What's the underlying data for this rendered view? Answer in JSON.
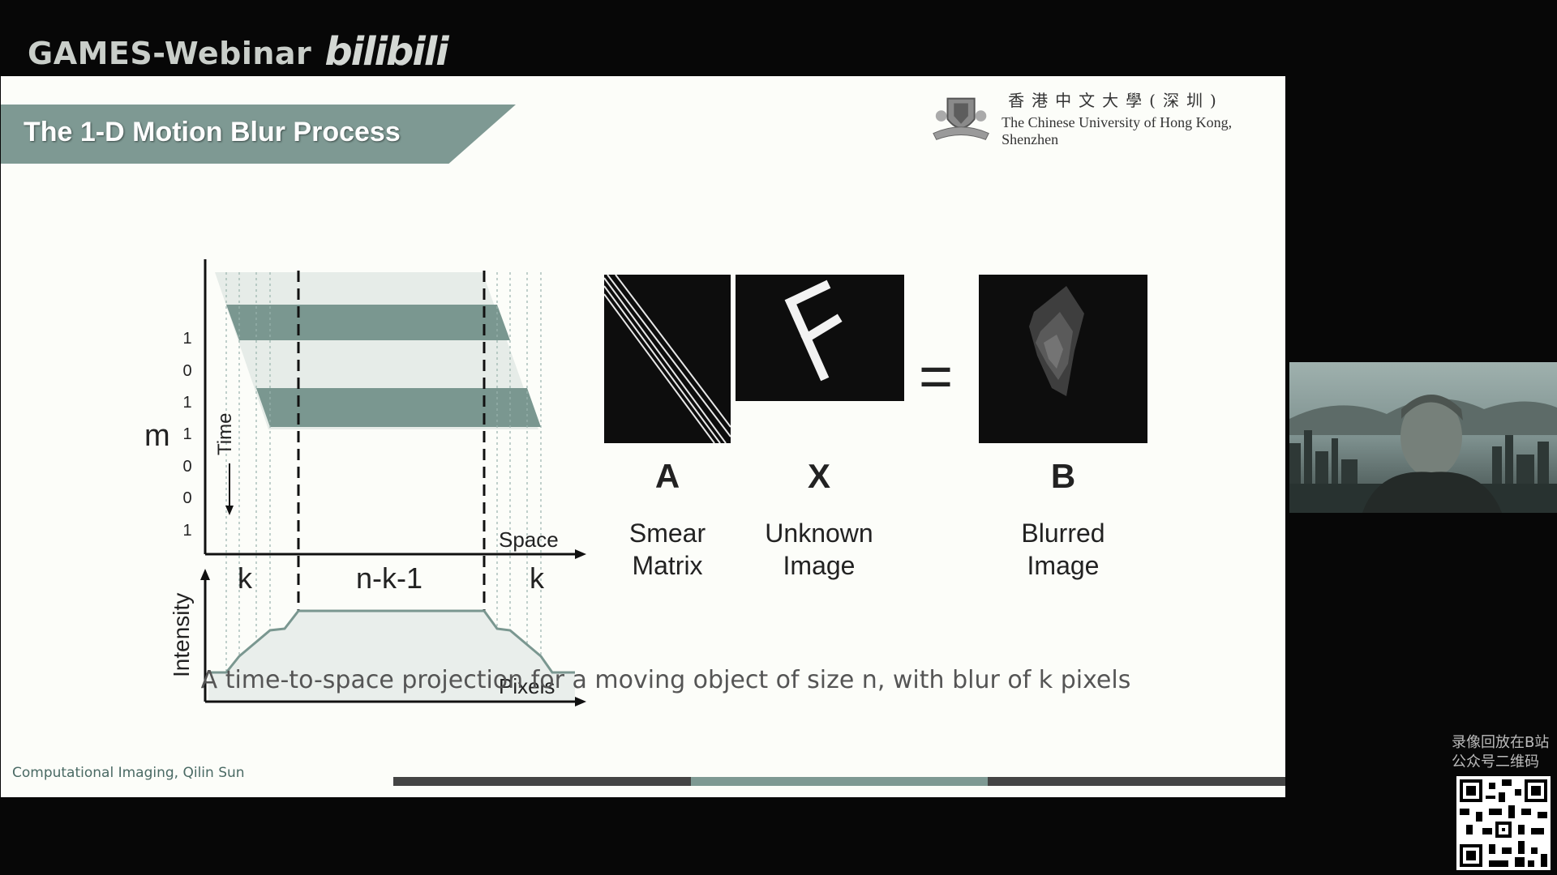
{
  "header": {
    "brand": "GAMES-Webinar",
    "logo": "bilibili"
  },
  "slide": {
    "title": "The 1-D Motion Blur Process",
    "university_cn": "香港中文大學(深圳)",
    "university_en": "The Chinese University of Hong Kong, Shenzhen",
    "diagram": {
      "m_label": "m",
      "m_values": [
        "1",
        "0",
        "1",
        "1",
        "0",
        "0",
        "1"
      ],
      "time_label": "Time",
      "space_label": "Space",
      "intensity_label": "Intensity",
      "pixels_label": "Pixels",
      "segment_left": "k",
      "segment_middle": "n-k-1",
      "segment_right": "k"
    },
    "equation": {
      "equals": "=",
      "A": {
        "symbol": "A",
        "caption_line1": "Smear",
        "caption_line2": "Matrix"
      },
      "X": {
        "symbol": "X",
        "caption_line1": "Unknown",
        "caption_line2": "Image"
      },
      "B": {
        "symbol": "B",
        "caption_line1": "Blurred",
        "caption_line2": "Image"
      }
    },
    "subtitle": "A time-to-space projection for a moving object of size n, with blur of k pixels",
    "footer": "Computational Imaging, Qilin Sun",
    "progress_colors": [
      "#444444",
      "#7e9993",
      "#444444"
    ]
  },
  "overlay": {
    "qr_line1": "录像回放在B站",
    "qr_line2": "公众号二维码"
  },
  "colors": {
    "accent": "#7e9993",
    "slide_bg": "#fcfdf9"
  }
}
